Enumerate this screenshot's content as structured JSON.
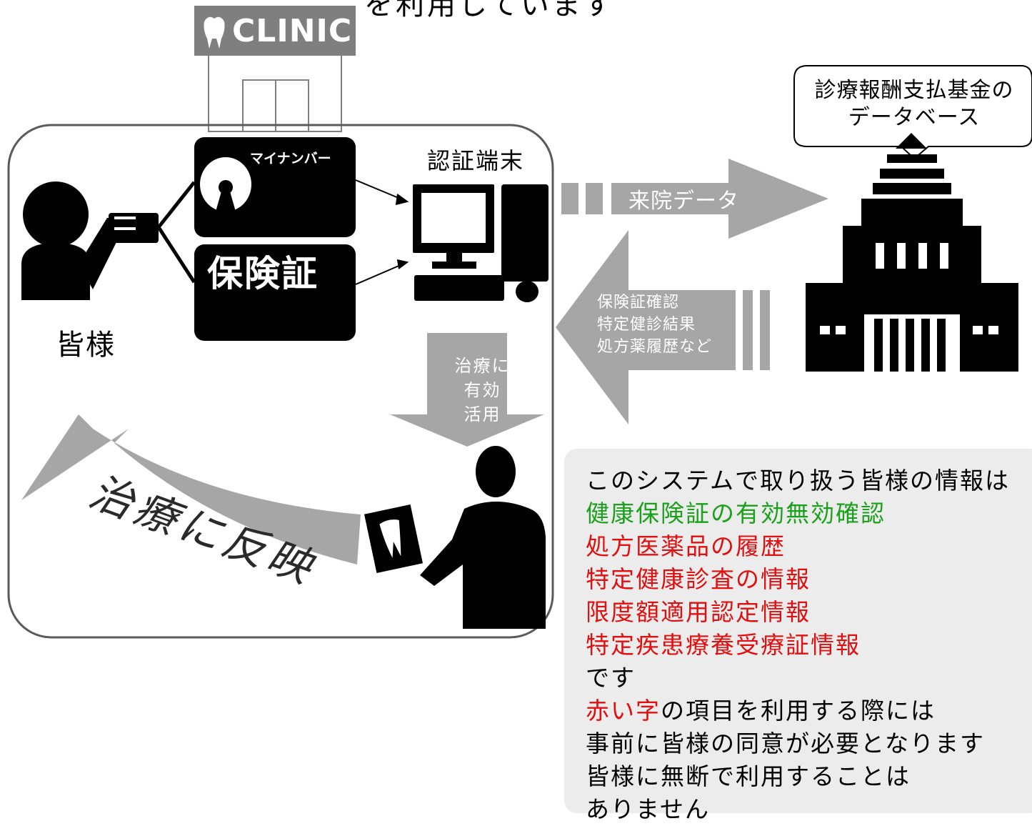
{
  "top_caption": "を利用しています",
  "clinic": {
    "sign_text": "CLINIC"
  },
  "patient_label": "皆様",
  "cards": {
    "mynumber_label": "マイナンバー",
    "insurance_label": "保険証"
  },
  "terminal_label": "認証端末",
  "database_label": [
    "診療報酬支払基金の",
    "データベース"
  ],
  "visit_data_label": "来院データ",
  "returned_info": [
    "保険証確認",
    "特定健診結果",
    "処方薬履歴など"
  ],
  "treatment_use": [
    "治療に",
    "有効",
    "活用"
  ],
  "reflect_label": "治療に反映",
  "info_box": {
    "intro": "このシステムで取り扱う皆様の情報は",
    "items": [
      {
        "text": "健康保険証の有効無効確認",
        "color": "#1aa01a"
      },
      {
        "text": "処方医薬品の履歴",
        "color": "#e01010"
      },
      {
        "text": "特定健康診査の情報",
        "color": "#e01010"
      },
      {
        "text": "限度額適用認定情報",
        "color": "#e01010"
      },
      {
        "text": "特定疾患療養受療証情報",
        "color": "#e01010"
      }
    ],
    "desu": "です",
    "red_word": "赤い字",
    "line_after_red": "の項目を利用する際には",
    "line2": "事前に皆様の同意が必要となります",
    "line3": "皆様に無断で利用することは",
    "line4": "ありません"
  },
  "colors": {
    "arrow_gray": "#a6a6a6",
    "sign_gray": "#7f7f7f",
    "box_gray": "#ececec"
  }
}
